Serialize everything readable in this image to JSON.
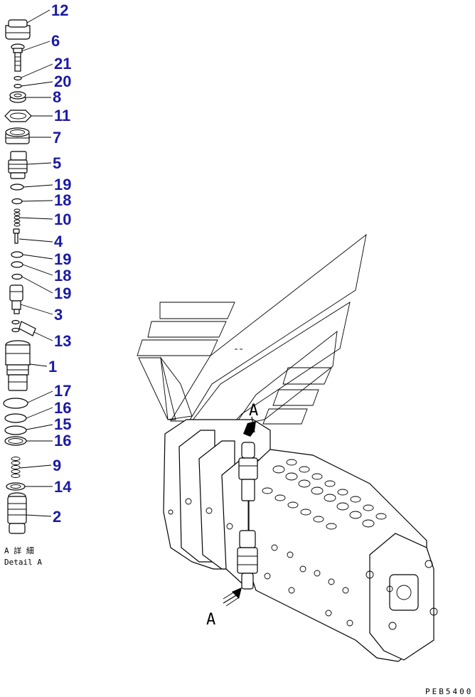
{
  "callouts": [
    "12",
    "6",
    "21",
    "20",
    "8",
    "11",
    "7",
    "5",
    "19",
    "18",
    "10",
    "4",
    "19",
    "18",
    "19",
    "3",
    "13",
    "1",
    "17",
    "16",
    "15",
    "16",
    "9",
    "14",
    "2"
  ],
  "detail": {
    "title_jp": "A 詳 細",
    "title_en": "Detail A"
  },
  "view_label_top": "A",
  "view_label_bottom": "A",
  "drawing_code": "PEB5400",
  "colors": {
    "callout": "#1a1aa8",
    "line": "#000000"
  }
}
